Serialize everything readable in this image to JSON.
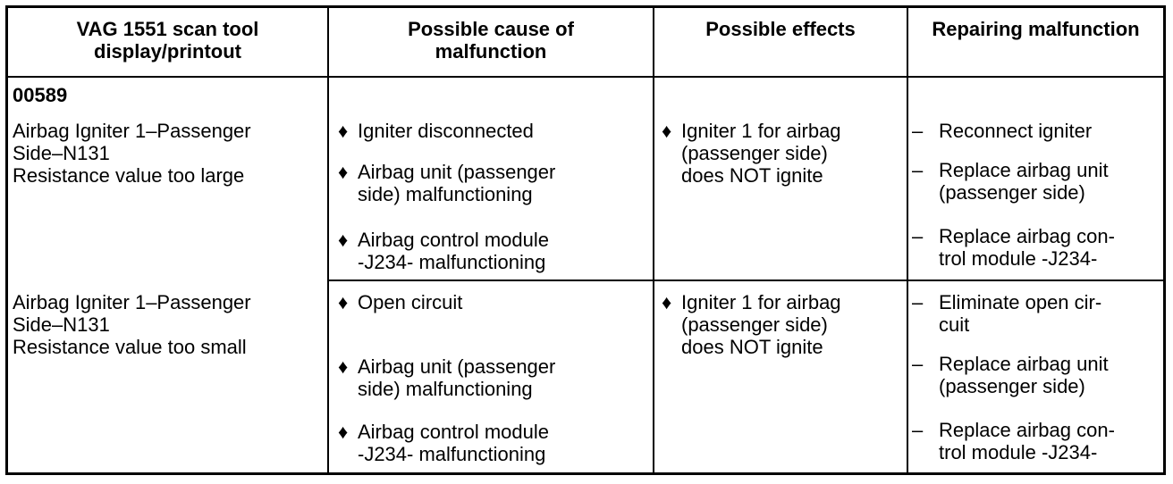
{
  "headers": [
    "VAG 1551 scan tool display/printout",
    "Possible cause of malfunction",
    "Possible effects",
    "Repairing malfunction"
  ],
  "fault_code": "00589",
  "rows": [
    {
      "display": [
        "Airbag Igniter 1–Passenger",
        "Side–N131",
        "Resistance value too large"
      ],
      "causes": [
        [
          "Igniter disconnected"
        ],
        [
          "Airbag unit (passenger",
          "side) malfunctioning"
        ],
        [
          "Airbag control module",
          "-J234- malfunctioning"
        ]
      ],
      "effects": [
        [
          "Igniter 1 for airbag",
          "(passenger side)",
          "does NOT ignite"
        ]
      ],
      "repairs": [
        [
          "Reconnect igniter"
        ],
        [
          "Replace airbag unit",
          "(passenger side)"
        ],
        [
          "Replace airbag con-",
          "trol module -J234-"
        ]
      ]
    },
    {
      "display": [
        "Airbag Igniter 1–Passenger",
        "Side–N131",
        "Resistance value too small"
      ],
      "causes": [
        [
          "Open circuit"
        ],
        [
          "Airbag unit (passenger",
          "side) malfunctioning"
        ],
        [
          "Airbag control module",
          "-J234- malfunctioning"
        ]
      ],
      "effects": [
        [
          "Igniter 1 for airbag",
          "(passenger side)",
          "does NOT ignite"
        ]
      ],
      "repairs": [
        [
          "Eliminate open cir-",
          "cuit"
        ],
        [
          "Replace airbag unit",
          "(passenger side)"
        ],
        [
          "Replace airbag con-",
          "trol module -J234-"
        ]
      ]
    }
  ],
  "markers": {
    "bullet": "♦",
    "dash": "–"
  }
}
